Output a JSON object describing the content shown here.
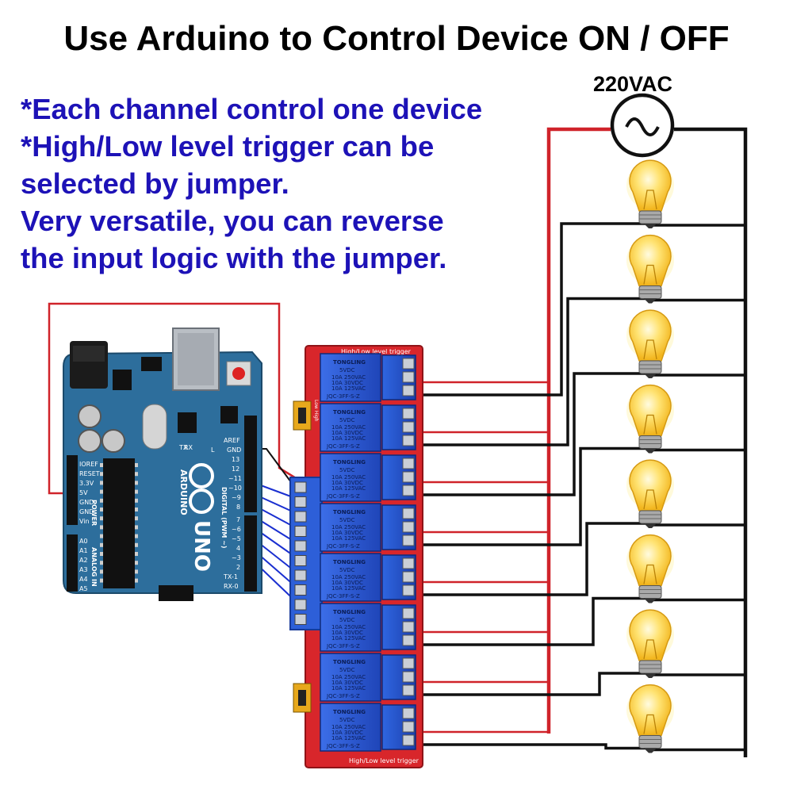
{
  "title": "Use Arduino to Control Device ON / OFF",
  "notes": [
    "*Each channel control one device",
    "*High/Low level trigger can be",
    "selected by jumper.",
    "Very versatile, you can reverse",
    "the input logic with the jumper."
  ],
  "power_source": {
    "label": "220VAC"
  },
  "colors": {
    "title": "#000000",
    "notes": "#1d12b7",
    "wire_live": "#d0232a",
    "wire_return": "#111111",
    "wire_signal": "#1a2fd0",
    "arduino_board": "#2d6e9c",
    "relay_board": "#d8262b",
    "relay_body": "#2b57d6",
    "bulb": "#ffd84a"
  },
  "arduino": {
    "brand": "ARDUINO",
    "model": "UNO",
    "power_header": [
      "IOREF",
      "RESET",
      "3.3V",
      "5V",
      "GND",
      "GND",
      "Vin"
    ],
    "power_label": "POWER",
    "analog_header": [
      "A0",
      "A1",
      "A2",
      "A3",
      "A4",
      "A5"
    ],
    "analog_label": "ANALOG IN",
    "digital_header": [
      "AREF",
      "GND",
      "13",
      "12",
      "~11",
      "~10",
      "~9",
      "8",
      "7",
      "~6",
      "~5",
      "4",
      "~3",
      "2",
      "TX-1",
      "RX-0"
    ],
    "digital_label": "DIGITAL (PWM ~)",
    "tx_label": "TX",
    "rx_label": "RX",
    "l_label": "L"
  },
  "relay_module": {
    "relay_count": 8,
    "relay_brand": "TONGLING",
    "relay_voltage": "5VDC",
    "relay_ratings": [
      "10A 250VAC",
      "10A 30VDC",
      "10A 125VAC"
    ],
    "relay_model": "JQC-3FF-S-Z",
    "board_top_label": "High/Low level trigger",
    "board_bottom_label": "High/Low level trigger",
    "jumper_label": "Low High"
  },
  "loads": {
    "bulb_count": 8,
    "icon": "light-bulb-icon"
  },
  "icons": {
    "ac_source": "ac-source-icon",
    "bulb": "light-bulb-icon"
  }
}
